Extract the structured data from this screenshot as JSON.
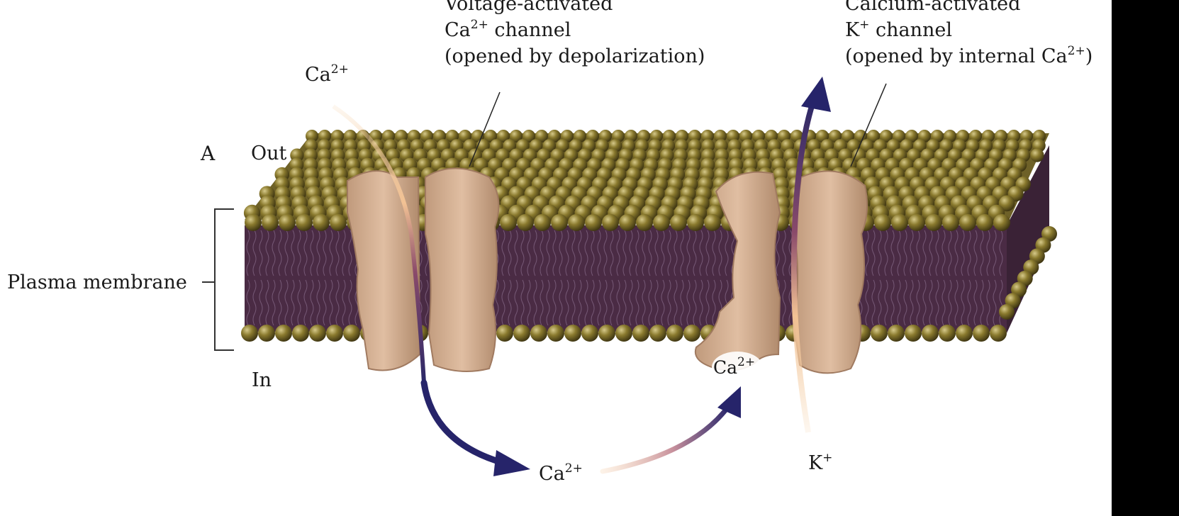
{
  "labels": {
    "panel_letter": "A",
    "side_out": "Out",
    "side_in": "In",
    "membrane": "Plasma membrane",
    "ca_channel": {
      "line1": "Voltage-activated",
      "line2_base": "Ca",
      "line2_sup": "2+",
      "line2_rest": " channel",
      "line3": "(opened by depolarization)"
    },
    "k_channel": {
      "line1": "Calcium-activated",
      "line2_base": "K",
      "line2_sup": "+",
      "line2_rest": " channel",
      "line3_base": "(opened by internal Ca",
      "line3_sup": "2+",
      "line3_rest": ")"
    },
    "ion_ca_out": {
      "base": "Ca",
      "sup": "2+"
    },
    "ion_ca_in": {
      "base": "Ca",
      "sup": "2+"
    },
    "ion_ca_bound": {
      "base": "Ca",
      "sup": "2+"
    },
    "ion_k_in": {
      "base": "K",
      "sup": "+"
    }
  },
  "colors": {
    "lipid_head": "#8a7a2e",
    "lipid_head_dark": "#4f451a",
    "membrane_core": "#4a2b44",
    "protein": "#d6ad8e",
    "protein_dark": "#a07a60",
    "ca_flow": "#f0c89e",
    "arrow": "#26246a",
    "background": "#ffffff"
  }
}
